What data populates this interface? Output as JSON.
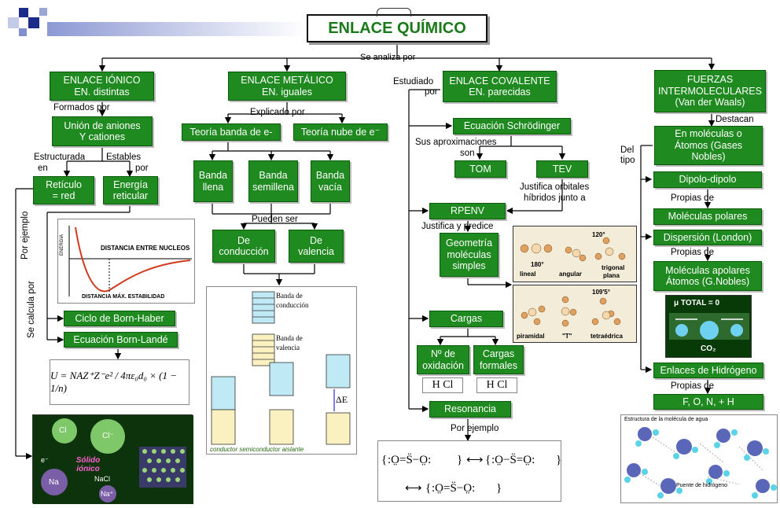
{
  "title": "ENLACE QUÍMICO",
  "analysis_label": "Se analiza por",
  "ionic": {
    "header": [
      "ENLACE IÓNICO",
      "EN. distintas"
    ],
    "formed_by": "Formados   por",
    "union": [
      "Unión de aniones",
      "Y cationes"
    ],
    "structured": "Estructurada",
    "in": "en",
    "stable": "Estables",
    "by": "por",
    "lattice": [
      "Retículo",
      "= red"
    ],
    "energy": [
      "Energía",
      "reticular"
    ],
    "example_vertical": "Por ejemplo",
    "calc_vertical": "Se calcula por",
    "born_haber": "Ciclo de Born-Haber",
    "born_lande": "Ecuación Born-Landé",
    "graph_top": "DISTANCIA ENTRE NUCLEOS",
    "graph_bottom": "DISTANCIA MÁX. ESTABILIDAD",
    "graph_axis": "ENERGIA",
    "formula": "U = NAZ⁺Z⁻e² / 4πε₀d₀ × (1 − 1/n)",
    "image_labels": {
      "cl1": "Cl",
      "cl2": "Cl⁻",
      "na1": "Na",
      "na2": "Na⁺",
      "solid": "Sólido iónico",
      "nacl": "NaCl",
      "electron": "e⁻"
    }
  },
  "metallic": {
    "header": [
      "ENLACE METÁLICO",
      "EN. iguales"
    ],
    "explained": "Explicado por",
    "band_theory": "Teoría banda de e-",
    "cloud_theory": "Teoría nube de e⁻",
    "full": [
      "Banda",
      "llena"
    ],
    "half": [
      "Banda",
      "semillena"
    ],
    "empty": [
      "Banda",
      "vacía"
    ],
    "can_be": "Pueden ser",
    "conduction": [
      "De",
      "conducción"
    ],
    "valence": [
      "De",
      "valencia"
    ],
    "diagram_conduction": [
      "Banda de",
      "conducción"
    ],
    "diagram_valence": [
      "Banda de",
      "valencia"
    ],
    "delta_e": "ΔE",
    "diagram_caption": "conductor semiconductor aislante"
  },
  "covalent": {
    "studied": "Estudiado",
    "studied_by": "por",
    "header": [
      "ENLACE COVALENTE",
      "EN. parecidas"
    ],
    "schrodinger": "Ecuación Schrödinger",
    "approximations": "Sus aproximaciones",
    "are": "son",
    "tom": "TOM",
    "tev": "TEV",
    "justifies_orbitals": "Justifica  orbitales",
    "hybrids_with": "híbridos junto a",
    "rpenv": "RPENV",
    "justifies_predicts": "Justifica y  predice",
    "geometry": [
      "Geometría",
      "moléculas",
      "simples"
    ],
    "geom_labels": {
      "angle180": "180°",
      "angle120": "120°",
      "angle109": "109'5°",
      "lineal": "lineal",
      "angular": "angular",
      "trigonal": [
        "trigonal",
        "plana"
      ],
      "piramidal": "piramidal",
      "t": "\"T\"",
      "tetra": "tetraédrica"
    },
    "charges": "Cargas",
    "oxidation": [
      "Nº de",
      "oxidación"
    ],
    "formal": [
      "Cargas",
      "formales"
    ],
    "hcl": "H Cl",
    "resonance": "Resonancia",
    "example": "Por ejemplo"
  },
  "intermolecular": {
    "header": [
      "FUERZAS",
      "INTERMOLECULARES",
      "(Van der Waals)"
    ],
    "highlight": "Destacan",
    "in_molecules": [
      "En moléculas o",
      "Átomos (Gases",
      "Nobles)"
    ],
    "of_type": [
      "Del",
      "tipo"
    ],
    "dipole": "Dipolo-dipolo",
    "typical_of": "Propias de",
    "polar": "Moléculas polares",
    "dispersion": "Dispersión (London)",
    "apolar": [
      "Moléculas apolares",
      "Átomos (G.Nobles)"
    ],
    "mu_total": "μ TOTAL = 0",
    "co2": "CO₂",
    "hydrogen": "Enlaces de Hidrógeno",
    "hydrogen_atoms": "F, O, N, + H",
    "water_title": "Estructura de la molécula de agua",
    "water_bridge": "Puente de hidrógeno"
  },
  "colors": {
    "box_green": "#1f8a1f",
    "title_green": "#1a7a1a"
  }
}
